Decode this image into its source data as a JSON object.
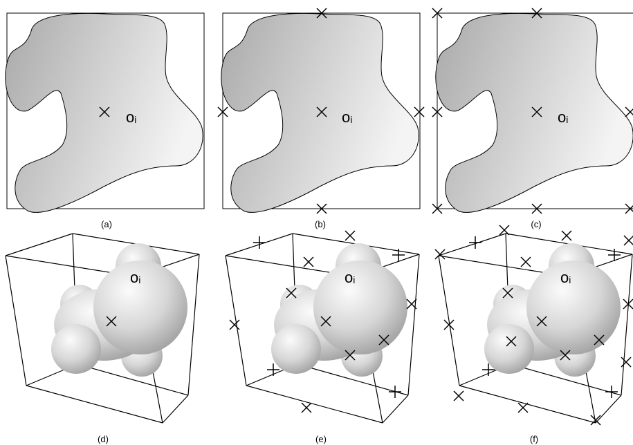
{
  "panels": [
    {
      "id": "a",
      "caption": "(a)"
    },
    {
      "id": "b",
      "caption": "(b)"
    },
    {
      "id": "c",
      "caption": "(c)"
    },
    {
      "id": "d",
      "caption": "(d)"
    },
    {
      "id": "e",
      "caption": "(e)"
    },
    {
      "id": "f",
      "caption": "(f)"
    }
  ],
  "center_label": {
    "base": "o",
    "subscript": "i"
  },
  "colors": {
    "shape_dark": "#a9a9a9",
    "shape_light": "#f4f4f4",
    "stroke": "#000000"
  }
}
